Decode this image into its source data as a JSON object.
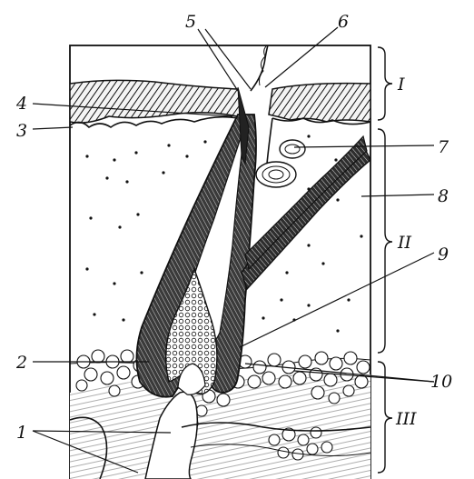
{
  "labels": {
    "l1": "1",
    "l2": "2",
    "l3": "3",
    "l4": "4",
    "l5": "5",
    "l6": "6",
    "l7": "7",
    "l8": "8",
    "l9": "9",
    "l10": "10"
  },
  "layers": {
    "i": "I",
    "ii": "II",
    "iii": "III"
  },
  "colors": {
    "ink": "#111111",
    "background": "#ffffff"
  }
}
